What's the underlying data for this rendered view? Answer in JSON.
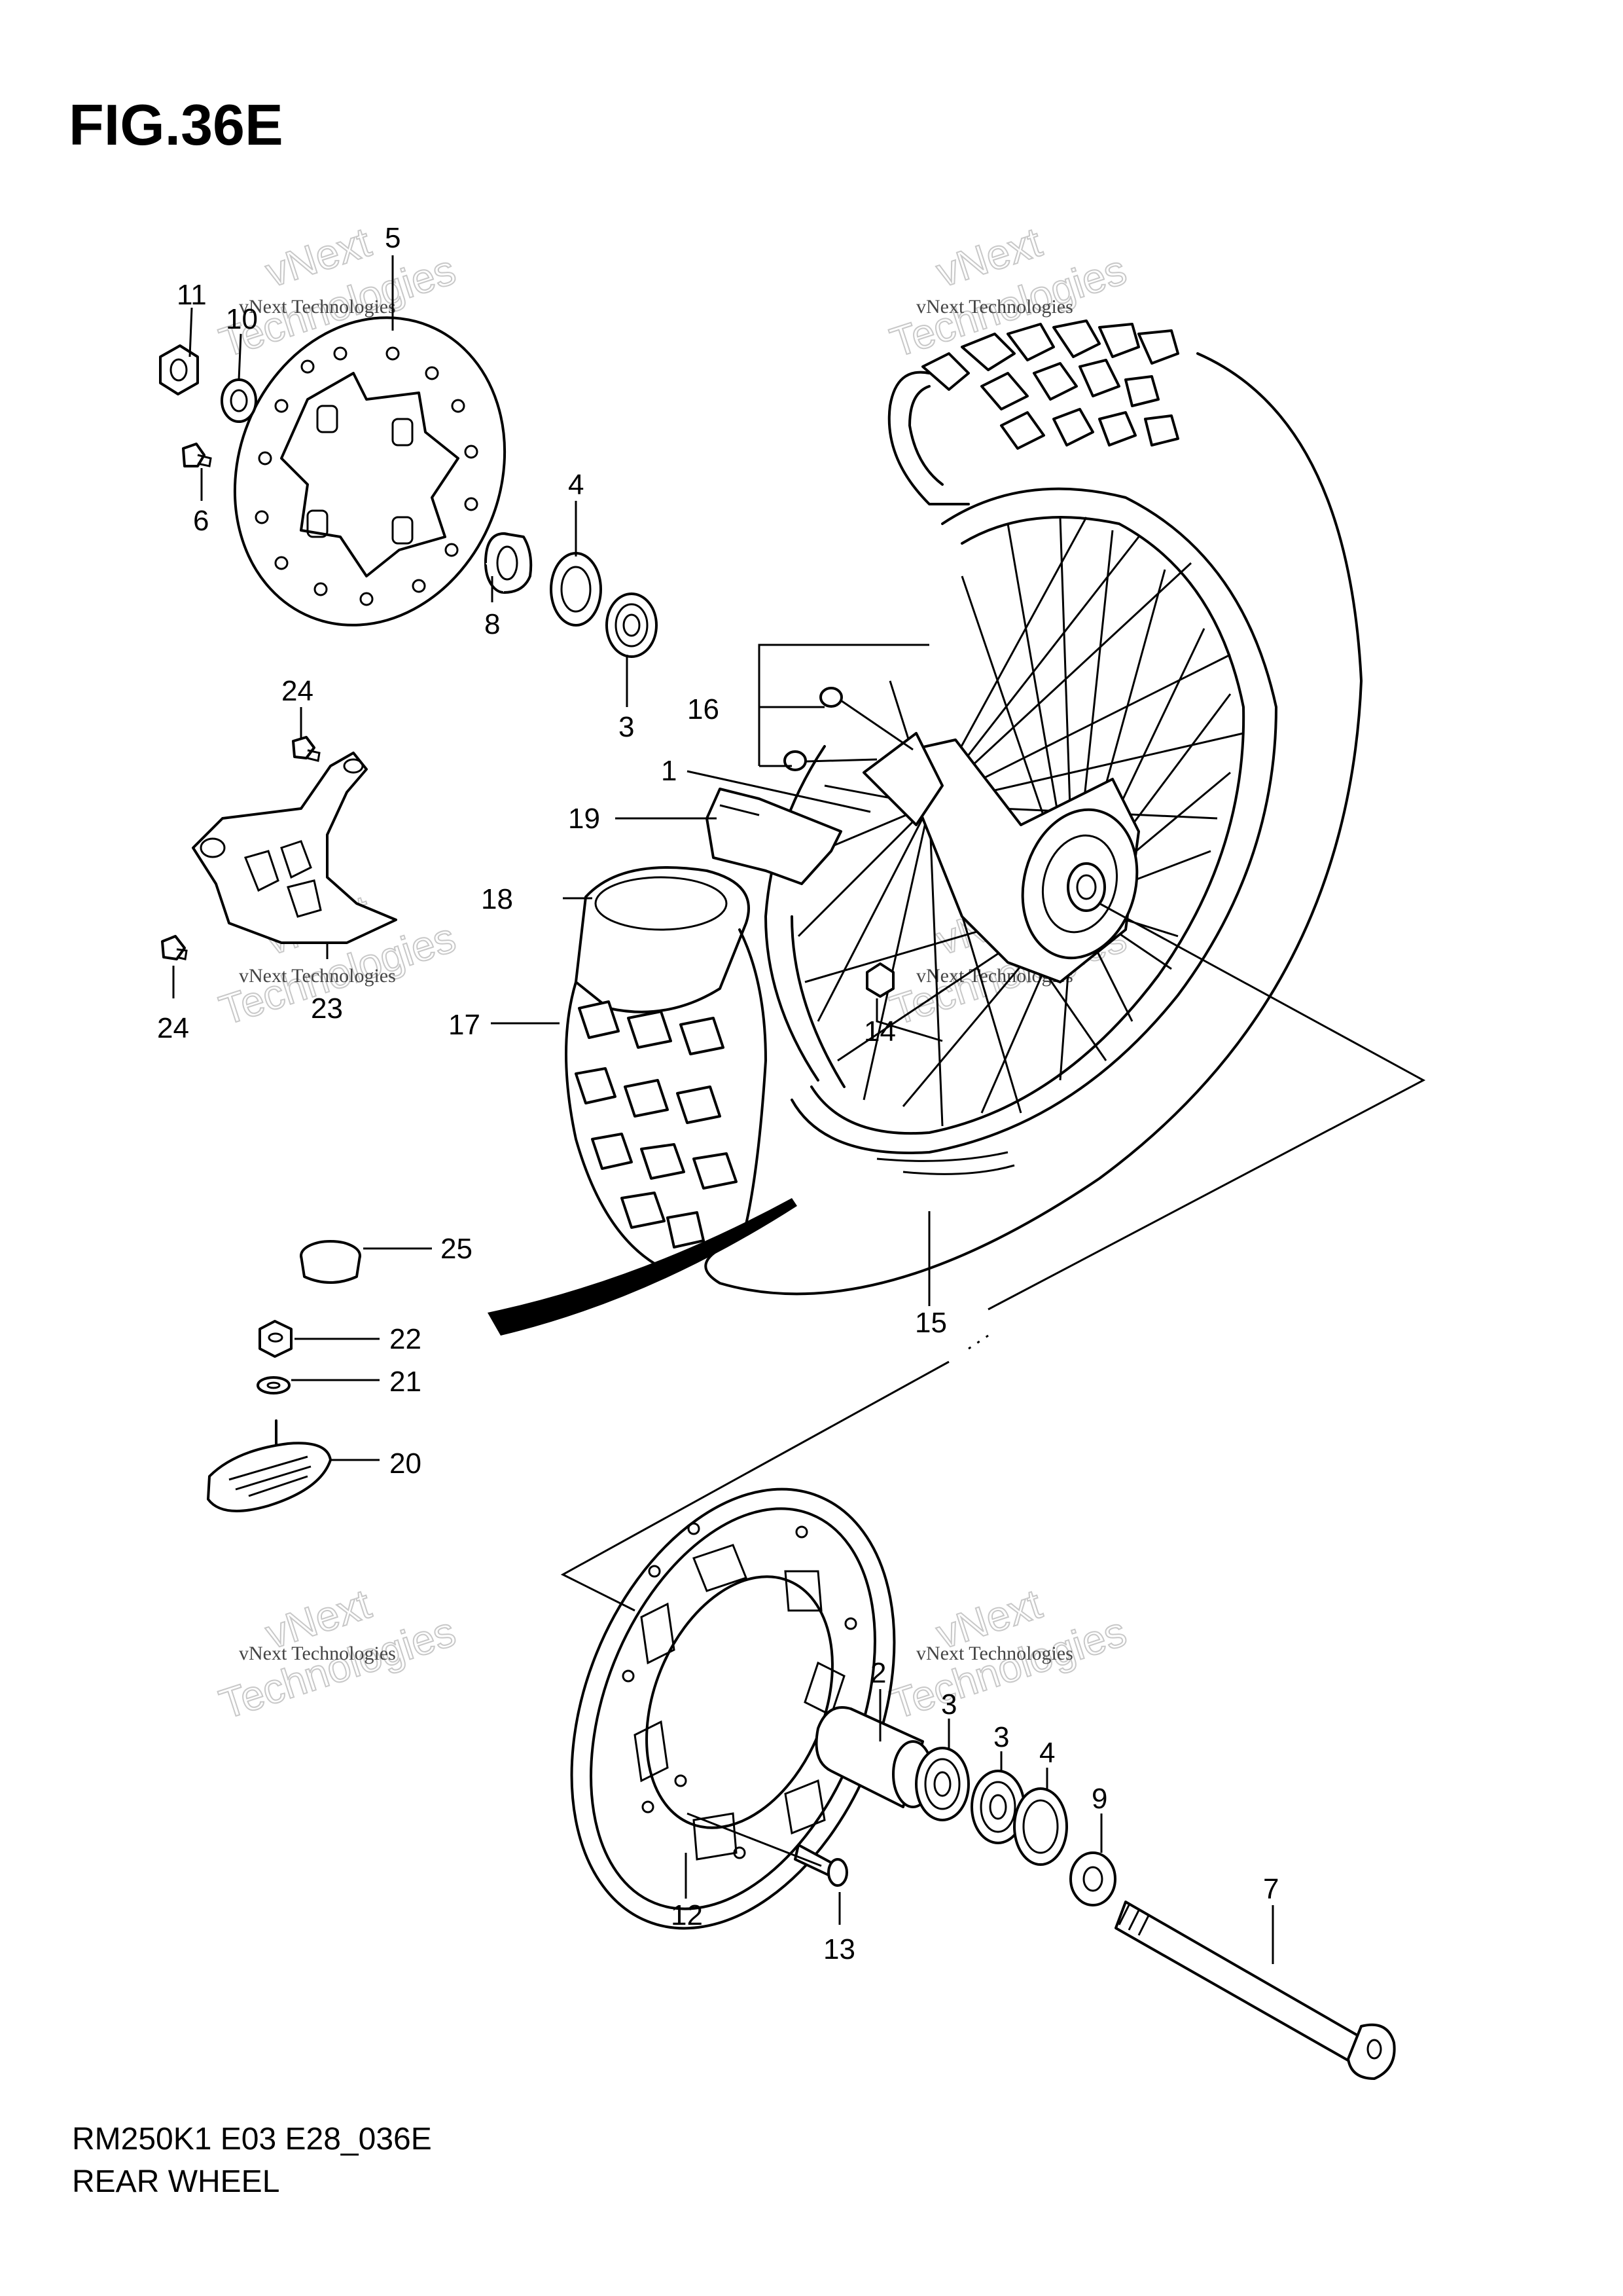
{
  "figure": {
    "title": "FIG.36E"
  },
  "footer": {
    "model_code": "RM250K1 E03 E28_036E",
    "section_name": "REAR WHEEL"
  },
  "watermark": {
    "line1": "vNext Technologies",
    "line2": "Technologies",
    "line3": "vNext"
  },
  "callouts": [
    {
      "id": "c11",
      "label": "11"
    },
    {
      "id": "c10",
      "label": "10"
    },
    {
      "id": "c5",
      "label": "5"
    },
    {
      "id": "c6",
      "label": "6"
    },
    {
      "id": "c4",
      "label": "4"
    },
    {
      "id": "c8",
      "label": "8"
    },
    {
      "id": "c3a",
      "label": "3"
    },
    {
      "id": "c16",
      "label": "16"
    },
    {
      "id": "c1",
      "label": "1"
    },
    {
      "id": "c19",
      "label": "19"
    },
    {
      "id": "c24a",
      "label": "24"
    },
    {
      "id": "c18",
      "label": "18"
    },
    {
      "id": "c23",
      "label": "23"
    },
    {
      "id": "c24b",
      "label": "24"
    },
    {
      "id": "c17",
      "label": "17"
    },
    {
      "id": "c14",
      "label": "14"
    },
    {
      "id": "c25",
      "label": "25"
    },
    {
      "id": "c15",
      "label": "15"
    },
    {
      "id": "c22",
      "label": "22"
    },
    {
      "id": "c21",
      "label": "21"
    },
    {
      "id": "c20",
      "label": "20"
    },
    {
      "id": "c2",
      "label": "2"
    },
    {
      "id": "c3b",
      "label": "3"
    },
    {
      "id": "c3c",
      "label": "3"
    },
    {
      "id": "c4b",
      "label": "4"
    },
    {
      "id": "c9",
      "label": "9"
    },
    {
      "id": "c7",
      "label": "7"
    },
    {
      "id": "c12",
      "label": "12"
    },
    {
      "id": "c13",
      "label": "13"
    }
  ]
}
